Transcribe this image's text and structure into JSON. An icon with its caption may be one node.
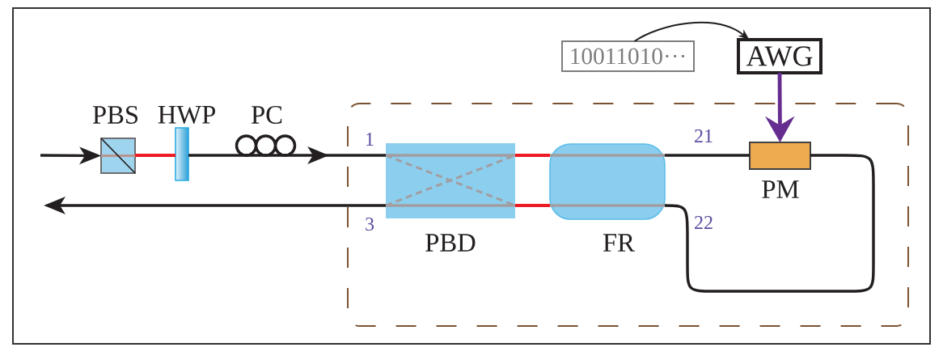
{
  "diagram": {
    "nodes": [
      {
        "text": [
          "10011010···"
        ]
      },
      {
        "text": [
          "AWG"
        ]
      },
      {
        "text": [
          "PBS"
        ]
      },
      {
        "text": [
          "HWP"
        ]
      },
      {
        "text": [
          "PC"
        ]
      },
      {
        "text": [],
        "shape": "box"
      },
      {
        "text": [
          "PBD"
        ],
        "in": 5
      },
      {
        "text": [
          "FR"
        ],
        "in": 5
      },
      {
        "text": [
          "PM"
        ],
        "in": 5
      }
    ],
    "edges": [
      {
        "from": null,
        "to": 2,
        "arrow": "to"
      },
      {
        "from": 2,
        "to": 3,
        "arrow": "none",
        "color": "#ed1c24"
      },
      {
        "from": 3,
        "to": 4,
        "arrow": "none"
      },
      {
        "from": 4,
        "to": 6,
        "arrow": "to"
      },
      {
        "from": 6,
        "to": 7,
        "arrow": "none",
        "color": "#ed1c24"
      },
      {
        "from": 6,
        "to": 7,
        "arrow": "none",
        "color": "#ed1c24"
      },
      {
        "from": 7,
        "to": 8,
        "arrow": "none"
      },
      {
        "from": 8,
        "to": 7,
        "arrow": "none"
      },
      {
        "from": 6,
        "to": null,
        "arrow": "to"
      },
      {
        "from": 0,
        "to": 1,
        "arrow": "to"
      },
      {
        "from": 1,
        "to": 8,
        "arrow": "to",
        "color": "#662d91"
      }
    ],
    "labels": [
      "1",
      "21",
      "3",
      "22"
    ]
  }
}
